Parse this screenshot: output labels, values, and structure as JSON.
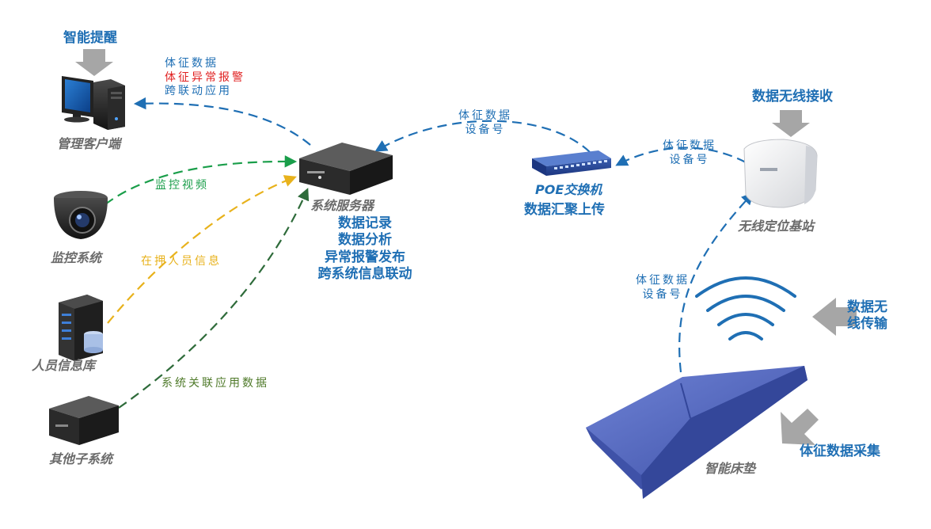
{
  "colors": {
    "blue": "#1f6fb4",
    "red": "#e02020",
    "green": "#1a9e4a",
    "yellow": "#e8b21c",
    "olive": "#4f7a2a",
    "gray_arrow": "#a6a6a6"
  },
  "nodes": {
    "client": {
      "caption": "管理客户端",
      "callout": "智能提醒",
      "icon": "pc-monitor-icon"
    },
    "camera": {
      "caption": "监控系统",
      "icon": "dome-camera-icon"
    },
    "database": {
      "caption": "人员信息库",
      "icon": "database-server-icon"
    },
    "other": {
      "caption": "其他子系统",
      "icon": "server-box-icon"
    },
    "server": {
      "caption": "系统服务器",
      "icon": "server-box-icon",
      "functions": [
        "数据记录",
        "数据分析",
        "异常报警发布",
        "跨系统信息联动"
      ]
    },
    "switch": {
      "caption": "POE交换机",
      "subcaption": "数据汇聚上传",
      "icon": "network-switch-icon"
    },
    "base_station": {
      "caption": "无线定位基站",
      "callout": "数据无线接收",
      "icon": "wireless-base-station-icon"
    },
    "mattress": {
      "caption": "智能床垫",
      "callout_transmit": [
        "数据无",
        "线传输"
      ],
      "callout_collect": "体征数据采集",
      "icon": "smart-mattress-icon"
    }
  },
  "edges": {
    "server_to_client": [
      "体征数据",
      "体征异常报警",
      "跨联动应用"
    ],
    "camera_to_server": "监控视频",
    "database_to_server": "在押人员信息",
    "other_to_server": "系统关联应用数据",
    "switch_to_server": [
      "体征数据",
      "设备号"
    ],
    "base_to_switch": [
      "体征数据",
      "设备号"
    ],
    "mattress_to_base": [
      "体征数据",
      "设备号"
    ]
  }
}
